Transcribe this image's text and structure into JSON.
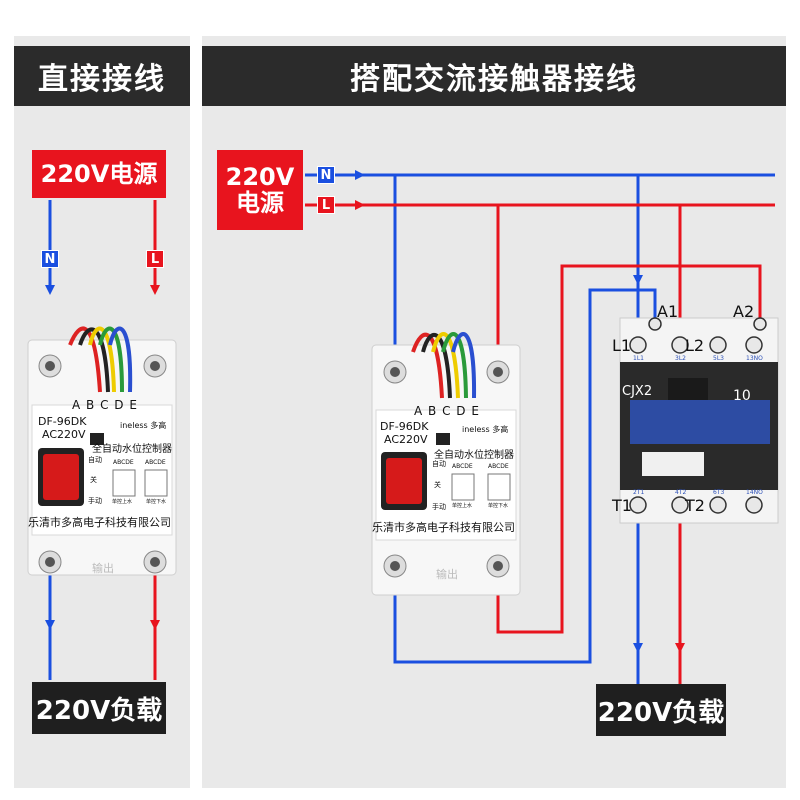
{
  "left_panel": {
    "title": "直接接线",
    "source_label": "220V电源",
    "n_tag": "N",
    "l_tag": "L",
    "load_label": "220V负载"
  },
  "right_panel": {
    "title": "搭配交流接触器接线",
    "source_label_line1": "220V",
    "source_label_line2": "电源",
    "n_tag": "N",
    "l_tag": "L",
    "load_label": "220V负载"
  },
  "controller": {
    "wire_letters": "A B C D E",
    "model": "DF-96DK",
    "voltage": "AC220V",
    "brand": "ineless 多高",
    "product_name": "全自动水位控制器",
    "mode_auto": "自动",
    "mode_off": "关",
    "mode_manual": "手动",
    "diagram_letters": "ABCDE",
    "caption_up": "单控上水",
    "caption_down": "单控下水",
    "company": "乐清市多高电子科技有限公司",
    "output_text": "输出"
  },
  "contactor": {
    "model": "CJX2",
    "rating": "10",
    "terminal_a1": "A1",
    "terminal_a2": "A2",
    "terminal_l1": "L1",
    "terminal_l2": "L2",
    "terminal_t1": "T1",
    "terminal_t2": "T2",
    "small_top_labels": [
      "1L1",
      "3L2",
      "5L3",
      "13NO"
    ],
    "small_bottom_labels": [
      "2T1",
      "4T2",
      "6T3",
      "14NO"
    ]
  },
  "colors": {
    "neutral_wire": "#1a4fe0",
    "live_wire": "#e8141e",
    "header_bg": "#2b2b2b",
    "panel_bg": "#e9e9e9"
  }
}
